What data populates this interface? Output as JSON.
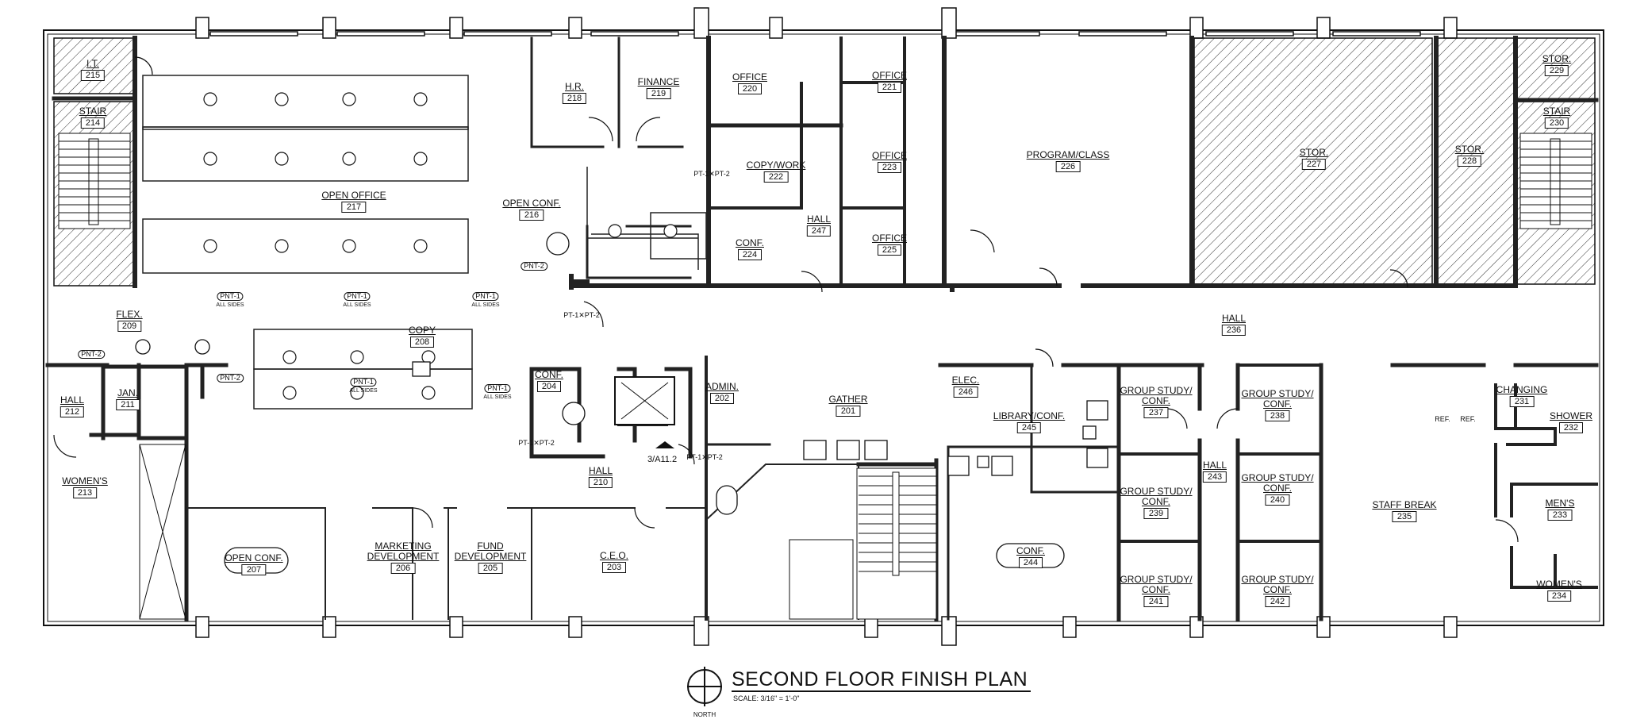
{
  "plan": {
    "title": "SECOND FLOOR FINISH PLAN",
    "scale": "SCALE: 3/16\" = 1'-0\"",
    "north": "NORTH",
    "section_ref": "3/A11.2"
  },
  "rooms": [
    {
      "key": "it",
      "name": "I.T.",
      "number": "215"
    },
    {
      "key": "stair214",
      "name": "STAIR",
      "number": "214"
    },
    {
      "key": "open_office",
      "name": "OPEN OFFICE",
      "number": "217"
    },
    {
      "key": "hr",
      "name": "H.R.",
      "number": "218"
    },
    {
      "key": "finance",
      "name": "FINANCE",
      "number": "219"
    },
    {
      "key": "office220",
      "name": "OFFICE",
      "number": "220"
    },
    {
      "key": "office221",
      "name": "OFFICE",
      "number": "221"
    },
    {
      "key": "copywork",
      "name": "COPY/WORK",
      "number": "222"
    },
    {
      "key": "office223",
      "name": "OFFICE",
      "number": "223"
    },
    {
      "key": "conf224",
      "name": "CONF.",
      "number": "224"
    },
    {
      "key": "hall247",
      "name": "HALL",
      "number": "247"
    },
    {
      "key": "office225",
      "name": "OFFICE",
      "number": "225"
    },
    {
      "key": "program",
      "name": "PROGRAM/CLASS",
      "number": "226"
    },
    {
      "key": "stor227",
      "name": "STOR.",
      "number": "227"
    },
    {
      "key": "stor228",
      "name": "STOR.",
      "number": "228"
    },
    {
      "key": "stor229",
      "name": "STOR.",
      "number": "229"
    },
    {
      "key": "stair230",
      "name": "STAIR",
      "number": "230"
    },
    {
      "key": "open_conf216",
      "name": "OPEN CONF.",
      "number": "216"
    },
    {
      "key": "flex",
      "name": "FLEX.",
      "number": "209"
    },
    {
      "key": "copy208",
      "name": "COPY",
      "number": "208"
    },
    {
      "key": "hall212",
      "name": "HALL",
      "number": "212"
    },
    {
      "key": "jan",
      "name": "JAN.",
      "number": "211"
    },
    {
      "key": "womens213",
      "name": "WOMEN'S",
      "number": "213"
    },
    {
      "key": "conf204",
      "name": "CONF.",
      "number": "204"
    },
    {
      "key": "admin",
      "name": "ADMIN.",
      "number": "202"
    },
    {
      "key": "gather",
      "name": "GATHER",
      "number": "201"
    },
    {
      "key": "hall210",
      "name": "HALL",
      "number": "210"
    },
    {
      "key": "hall236",
      "name": "HALL",
      "number": "236"
    },
    {
      "key": "elec",
      "name": "ELEC.",
      "number": "246"
    },
    {
      "key": "library",
      "name": "LIBRARY/CONF.",
      "number": "245"
    },
    {
      "key": "gs237",
      "name": "GROUP STUDY/\nCONF.",
      "number": "237"
    },
    {
      "key": "gs238",
      "name": "GROUP STUDY/\nCONF.",
      "number": "238"
    },
    {
      "key": "changing",
      "name": "CHANGING",
      "number": "231"
    },
    {
      "key": "shower",
      "name": "SHOWER",
      "number": "232"
    },
    {
      "key": "hall243",
      "name": "HALL",
      "number": "243"
    },
    {
      "key": "gs239",
      "name": "GROUP STUDY/\nCONF.",
      "number": "239"
    },
    {
      "key": "gs240",
      "name": "GROUP STUDY/\nCONF.",
      "number": "240"
    },
    {
      "key": "staff_break",
      "name": "STAFF BREAK",
      "number": "235"
    },
    {
      "key": "mens233",
      "name": "MEN'S",
      "number": "233"
    },
    {
      "key": "womens234",
      "name": "WOMEN'S",
      "number": "234"
    },
    {
      "key": "open_conf207",
      "name": "OPEN CONF.",
      "number": "207"
    },
    {
      "key": "marketing",
      "name": "MARKETING\nDEVELOPMENT",
      "number": "206"
    },
    {
      "key": "fund",
      "name": "FUND\nDEVELOPMENT",
      "number": "205"
    },
    {
      "key": "ceo",
      "name": "C.E.O.",
      "number": "203"
    },
    {
      "key": "conf244",
      "name": "CONF.",
      "number": "244"
    },
    {
      "key": "gs241",
      "name": "GROUP STUDY/\nCONF.",
      "number": "241"
    },
    {
      "key": "gs242",
      "name": "GROUP STUDY/\nCONF.",
      "number": "242"
    }
  ],
  "finish_tags": {
    "pnt1": "PNT-1",
    "pnt2": "PNT-2",
    "all_sides": "ALL SIDES",
    "pt1": "PT-1",
    "pt2": "PT-2"
  },
  "appliances": {
    "ref": "REF."
  }
}
